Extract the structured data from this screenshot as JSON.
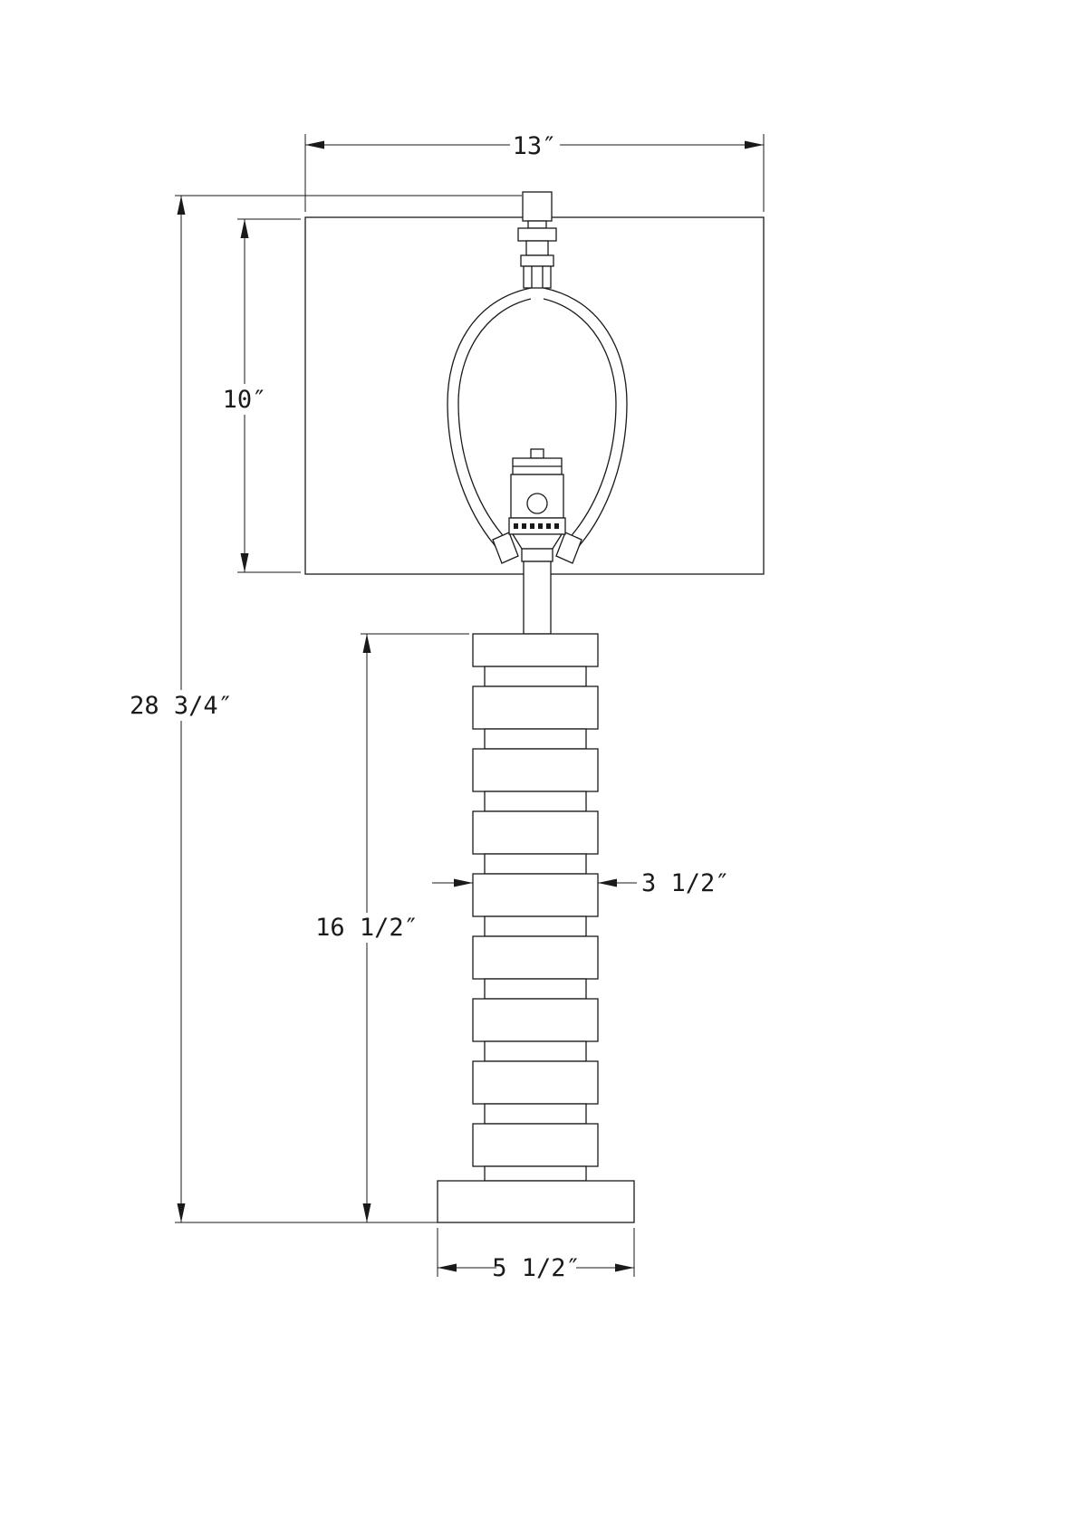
{
  "colors": {
    "line": "#1a1a1a",
    "background": "#ffffff"
  },
  "dims": {
    "shade_width": "13″",
    "shade_height": "10″",
    "overall_height": "28 3/4″",
    "body_height": "16 1/2″",
    "body_width": "3 1/2″",
    "base_width": "5 1/2″"
  }
}
